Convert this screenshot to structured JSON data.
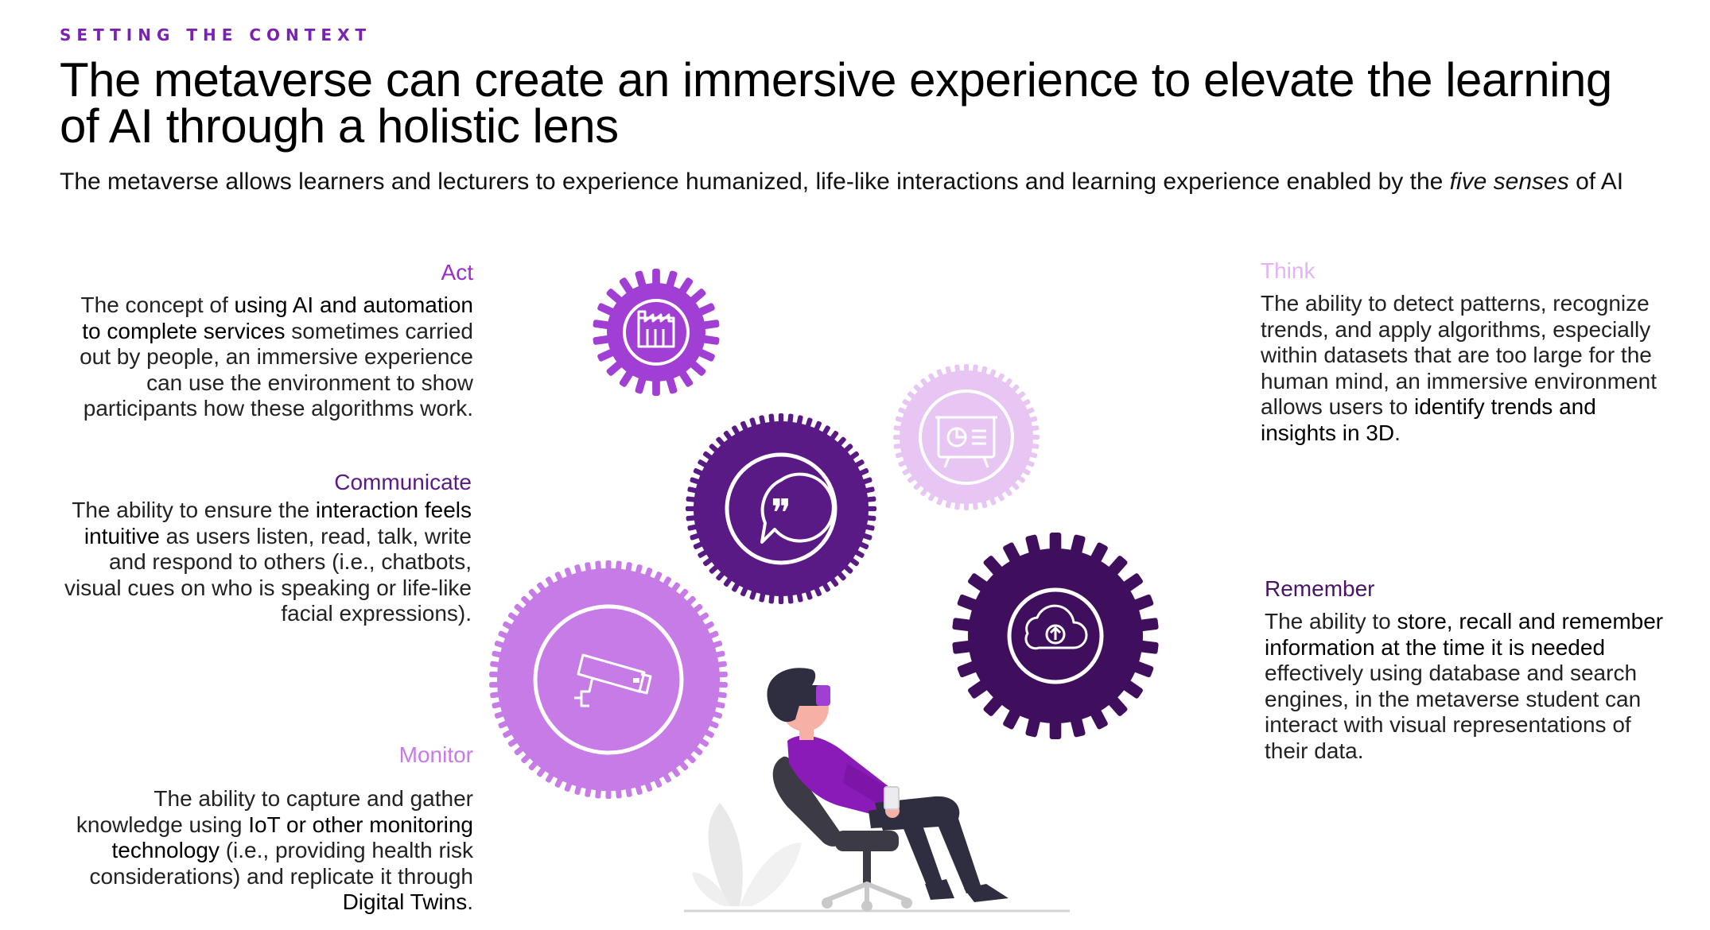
{
  "header": {
    "eyebrow": "SETTING THE CONTEXT",
    "title": "The metaverse can create an immersive experience to elevate the learning of AI through a holistic lens",
    "subtitle_pre": "The metaverse allows learners and lecturers to experience humanized, life-like interactions and learning experience enabled by the ",
    "subtitle_em": "five senses",
    "subtitle_post": " of AI"
  },
  "senses": {
    "act": {
      "title": "Act",
      "p1": "The concept of ",
      "h1": "using AI and automation to complete services",
      "p2": " sometimes carried out by people, an immersive experience can use the environment to show participants how these algorithms work."
    },
    "communicate": {
      "title": "Communicate",
      "p1": "The ability to ensure the ",
      "h1": "interaction feels intuitive",
      "p2": " as users listen, read, talk, write and respond to others (i.e., chatbots, visual cues on who is speaking or life-like facial expressions)."
    },
    "monitor": {
      "title": "Monitor",
      "p1": "The ability to capture and gather knowledge using ",
      "h1": "IoT or other monitoring technology",
      "p2": " (i.e., providing health risk considerations) and replicate it through ",
      "h2": "Digital Twins",
      "p3": "."
    },
    "think": {
      "title": "Think",
      "p1": "The ability to detect patterns, recognize trends, and apply algorithms, especially within datasets that are too large for the human mind, an immersive environment allows users to ",
      "h1": "identify trends and insights in 3D",
      "p2": "."
    },
    "remember": {
      "title": "Remember",
      "p1": "The ability to ",
      "h1": "store, recall and remember information at the time it is needed",
      "p2": " effectively using database and search engines, in the metaverse student can interact with visual representations of their data."
    }
  },
  "gears": [
    {
      "name": "act",
      "icon": "factory-icon",
      "color": "#a13fd4"
    },
    {
      "name": "think",
      "icon": "presentation-chart-icon",
      "color": "#e7c6f4"
    },
    {
      "name": "communicate",
      "icon": "quote-bubble-icon",
      "color": "#5a1a86"
    },
    {
      "name": "monitor",
      "icon": "security-camera-icon",
      "color": "#c67be6"
    },
    {
      "name": "remember",
      "icon": "cloud-upload-icon",
      "color": "#3f0f5e"
    }
  ]
}
